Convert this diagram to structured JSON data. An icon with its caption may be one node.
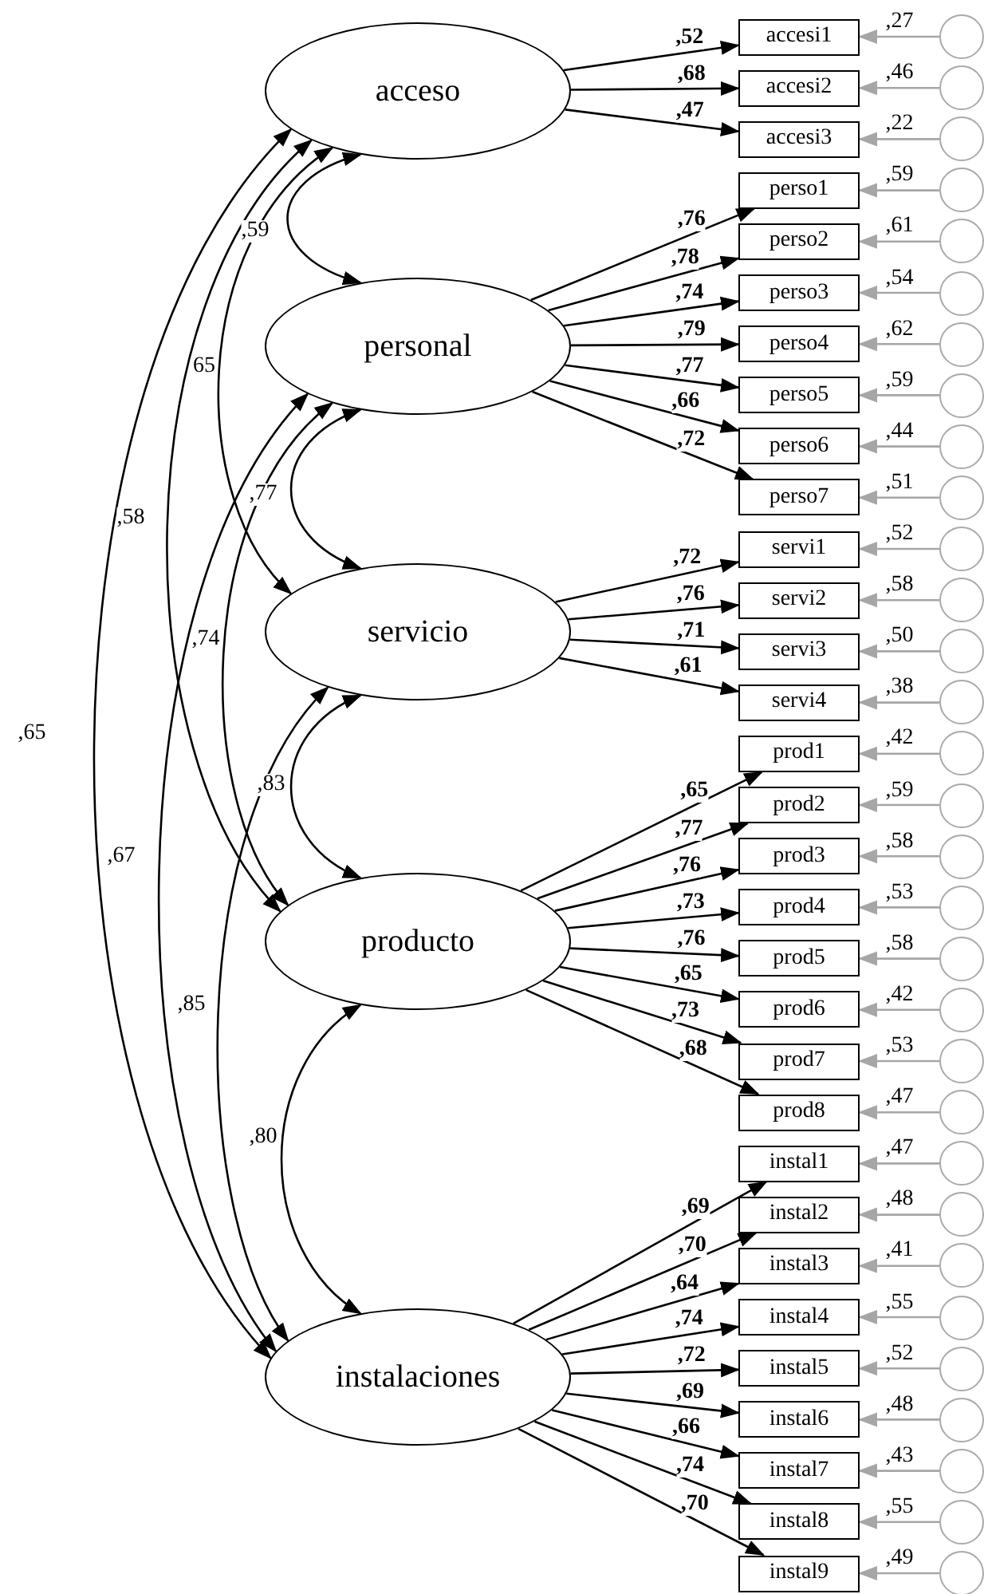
{
  "diagram": {
    "nodes": [
      {
        "text": [
          "acceso"
        ]
      },
      {
        "text": [
          "personal"
        ]
      },
      {
        "text": [
          "servicio"
        ]
      },
      {
        "text": [
          "producto"
        ]
      },
      {
        "text": [
          "instalaciones"
        ]
      },
      {
        "text": [
          "accesi1"
        ]
      },
      {
        "text": [
          "accesi2"
        ]
      },
      {
        "text": [
          "accesi3"
        ]
      },
      {
        "text": [
          "perso1"
        ]
      },
      {
        "text": [
          "perso2"
        ]
      },
      {
        "text": [
          "perso3"
        ]
      },
      {
        "text": [
          "perso4"
        ]
      },
      {
        "text": [
          "perso5"
        ]
      },
      {
        "text": [
          "perso6"
        ]
      },
      {
        "text": [
          "perso7"
        ]
      },
      {
        "text": [
          "servi1"
        ]
      },
      {
        "text": [
          "servi2"
        ]
      },
      {
        "text": [
          "servi3"
        ]
      },
      {
        "text": [
          "servi4"
        ]
      },
      {
        "text": [
          "prod1"
        ]
      },
      {
        "text": [
          "prod2"
        ]
      },
      {
        "text": [
          "prod3"
        ]
      },
      {
        "text": [
          "prod4"
        ]
      },
      {
        "text": [
          "prod5"
        ]
      },
      {
        "text": [
          "prod6"
        ]
      },
      {
        "text": [
          "prod7"
        ]
      },
      {
        "text": [
          "prod8"
        ]
      },
      {
        "text": [
          "instal1"
        ]
      },
      {
        "text": [
          "instal2"
        ]
      },
      {
        "text": [
          "instal3"
        ]
      },
      {
        "text": [
          "instal4"
        ]
      },
      {
        "text": [
          "instal5"
        ]
      },
      {
        "text": [
          "instal6"
        ]
      },
      {
        "text": [
          "instal7"
        ]
      },
      {
        "text": [
          "instal8"
        ]
      },
      {
        "text": [
          "instal9"
        ]
      },
      {
        "text": [],
        "shape": "circle"
      },
      {
        "text": [],
        "shape": "circle"
      },
      {
        "text": [],
        "shape": "circle"
      },
      {
        "text": [],
        "shape": "circle"
      },
      {
        "text": [],
        "shape": "circle"
      },
      {
        "text": [],
        "shape": "circle"
      },
      {
        "text": [],
        "shape": "circle"
      },
      {
        "text": [],
        "shape": "circle"
      },
      {
        "text": [],
        "shape": "circle"
      },
      {
        "text": [],
        "shape": "circle"
      },
      {
        "text": [],
        "shape": "circle"
      },
      {
        "text": [],
        "shape": "circle"
      },
      {
        "text": [],
        "shape": "circle"
      },
      {
        "text": [],
        "shape": "circle"
      },
      {
        "text": [],
        "shape": "circle"
      },
      {
        "text": [],
        "shape": "circle"
      },
      {
        "text": [],
        "shape": "circle"
      },
      {
        "text": [],
        "shape": "circle"
      },
      {
        "text": [],
        "shape": "circle"
      },
      {
        "text": [],
        "shape": "circle"
      },
      {
        "text": [],
        "shape": "circle"
      },
      {
        "text": [],
        "shape": "circle"
      },
      {
        "text": [],
        "shape": "circle"
      },
      {
        "text": [],
        "shape": "circle"
      },
      {
        "text": [],
        "shape": "circle"
      },
      {
        "text": [],
        "shape": "circle"
      },
      {
        "text": [],
        "shape": "circle"
      },
      {
        "text": [],
        "shape": "circle"
      },
      {
        "text": [],
        "shape": "circle"
      },
      {
        "text": [],
        "shape": "circle"
      },
      {
        "text": [],
        "shape": "circle"
      }
    ],
    "edges": [
      {
        "from": 0,
        "to": 1,
        "arrow": "both",
        "label": ",59"
      },
      {
        "from": 0,
        "to": 2,
        "arrow": "both",
        "label": "65"
      },
      {
        "from": 0,
        "to": 3,
        "arrow": "both",
        "label": ",58"
      },
      {
        "from": 0,
        "to": 4,
        "arrow": "both",
        "label": ",65"
      },
      {
        "from": 1,
        "to": 2,
        "arrow": "both",
        "label": ",77"
      },
      {
        "from": 1,
        "to": 3,
        "arrow": "both",
        "label": ",74"
      },
      {
        "from": 1,
        "to": 4,
        "arrow": "both",
        "label": ",67"
      },
      {
        "from": 2,
        "to": 3,
        "arrow": "both",
        "label": ",83"
      },
      {
        "from": 2,
        "to": 4,
        "arrow": "both",
        "label": ",85"
      },
      {
        "from": 3,
        "to": 4,
        "arrow": "both",
        "label": ",80"
      },
      {
        "from": 0,
        "to": 5,
        "arrow": "to",
        "label": ",52"
      },
      {
        "from": 0,
        "to": 6,
        "arrow": "to",
        "label": ",68"
      },
      {
        "from": 0,
        "to": 7,
        "arrow": "to",
        "label": ",47"
      },
      {
        "from": 1,
        "to": 8,
        "arrow": "to",
        "label": ",76"
      },
      {
        "from": 1,
        "to": 9,
        "arrow": "to",
        "label": ",78"
      },
      {
        "from": 1,
        "to": 10,
        "arrow": "to",
        "label": ",74"
      },
      {
        "from": 1,
        "to": 11,
        "arrow": "to",
        "label": ",79"
      },
      {
        "from": 1,
        "to": 12,
        "arrow": "to",
        "label": ",77"
      },
      {
        "from": 1,
        "to": 13,
        "arrow": "to",
        "label": ",66"
      },
      {
        "from": 1,
        "to": 14,
        "arrow": "to",
        "label": ",72"
      },
      {
        "from": 2,
        "to": 15,
        "arrow": "to",
        "label": ",72"
      },
      {
        "from": 2,
        "to": 16,
        "arrow": "to",
        "label": ",76"
      },
      {
        "from": 2,
        "to": 17,
        "arrow": "to",
        "label": ",71"
      },
      {
        "from": 2,
        "to": 18,
        "arrow": "to",
        "label": ",61"
      },
      {
        "from": 3,
        "to": 19,
        "arrow": "to",
        "label": ",65"
      },
      {
        "from": 3,
        "to": 20,
        "arrow": "to",
        "label": ",77"
      },
      {
        "from": 3,
        "to": 21,
        "arrow": "to",
        "label": ",76"
      },
      {
        "from": 3,
        "to": 22,
        "arrow": "to",
        "label": ",73"
      },
      {
        "from": 3,
        "to": 23,
        "arrow": "to",
        "label": ",76"
      },
      {
        "from": 3,
        "to": 24,
        "arrow": "to",
        "label": ",65"
      },
      {
        "from": 3,
        "to": 25,
        "arrow": "to",
        "label": ",73"
      },
      {
        "from": 3,
        "to": 26,
        "arrow": "to",
        "label": ",68"
      },
      {
        "from": 4,
        "to": 27,
        "arrow": "to",
        "label": ",69"
      },
      {
        "from": 4,
        "to": 28,
        "arrow": "to",
        "label": ",70"
      },
      {
        "from": 4,
        "to": 29,
        "arrow": "to",
        "label": ",64"
      },
      {
        "from": 4,
        "to": 30,
        "arrow": "to",
        "label": ",74"
      },
      {
        "from": 4,
        "to": 31,
        "arrow": "to",
        "label": ",72"
      },
      {
        "from": 4,
        "to": 32,
        "arrow": "to",
        "label": ",69"
      },
      {
        "from": 4,
        "to": 33,
        "arrow": "to",
        "label": ",66"
      },
      {
        "from": 4,
        "to": 34,
        "arrow": "to",
        "label": ",74"
      },
      {
        "from": 4,
        "to": 35,
        "arrow": "to",
        "label": ",70"
      },
      {
        "from": 36,
        "to": 5,
        "arrow": "to",
        "label": ",27",
        "color": "#a6a6a6"
      },
      {
        "from": 37,
        "to": 6,
        "arrow": "to",
        "label": ",46",
        "color": "#a6a6a6"
      },
      {
        "from": 38,
        "to": 7,
        "arrow": "to",
        "label": ",22",
        "color": "#a6a6a6"
      },
      {
        "from": 39,
        "to": 8,
        "arrow": "to",
        "label": ",59",
        "color": "#a6a6a6"
      },
      {
        "from": 40,
        "to": 9,
        "arrow": "to",
        "label": ",61",
        "color": "#a6a6a6"
      },
      {
        "from": 41,
        "to": 10,
        "arrow": "to",
        "label": ",54",
        "color": "#a6a6a6"
      },
      {
        "from": 42,
        "to": 11,
        "arrow": "to",
        "label": ",62",
        "color": "#a6a6a6"
      },
      {
        "from": 43,
        "to": 12,
        "arrow": "to",
        "label": ",59",
        "color": "#a6a6a6"
      },
      {
        "from": 44,
        "to": 13,
        "arrow": "to",
        "label": ",44",
        "color": "#a6a6a6"
      },
      {
        "from": 45,
        "to": 14,
        "arrow": "to",
        "label": ",51",
        "color": "#a6a6a6"
      },
      {
        "from": 46,
        "to": 15,
        "arrow": "to",
        "label": ",52",
        "color": "#a6a6a6"
      },
      {
        "from": 47,
        "to": 16,
        "arrow": "to",
        "label": ",58",
        "color": "#a6a6a6"
      },
      {
        "from": 48,
        "to": 17,
        "arrow": "to",
        "label": ",50",
        "color": "#a6a6a6"
      },
      {
        "from": 49,
        "to": 18,
        "arrow": "to",
        "label": ",38",
        "color": "#a6a6a6"
      },
      {
        "from": 50,
        "to": 19,
        "arrow": "to",
        "label": ",42",
        "color": "#a6a6a6"
      },
      {
        "from": 51,
        "to": 20,
        "arrow": "to",
        "label": ",59",
        "color": "#a6a6a6"
      },
      {
        "from": 52,
        "to": 21,
        "arrow": "to",
        "label": ",58",
        "color": "#a6a6a6"
      },
      {
        "from": 53,
        "to": 22,
        "arrow": "to",
        "label": ",53",
        "color": "#a6a6a6"
      },
      {
        "from": 54,
        "to": 23,
        "arrow": "to",
        "label": ",58",
        "color": "#a6a6a6"
      },
      {
        "from": 55,
        "to": 24,
        "arrow": "to",
        "label": ",42",
        "color": "#a6a6a6"
      },
      {
        "from": 56,
        "to": 25,
        "arrow": "to",
        "label": ",53",
        "color": "#a6a6a6"
      },
      {
        "from": 57,
        "to": 26,
        "arrow": "to",
        "label": ",47",
        "color": "#a6a6a6"
      },
      {
        "from": 58,
        "to": 27,
        "arrow": "to",
        "label": ",47",
        "color": "#a6a6a6"
      },
      {
        "from": 59,
        "to": 28,
        "arrow": "to",
        "label": ",48",
        "color": "#a6a6a6"
      },
      {
        "from": 60,
        "to": 29,
        "arrow": "to",
        "label": ",41",
        "color": "#a6a6a6"
      },
      {
        "from": 61,
        "to": 30,
        "arrow": "to",
        "label": ",55",
        "color": "#a6a6a6"
      },
      {
        "from": 62,
        "to": 31,
        "arrow": "to",
        "label": ",52",
        "color": "#a6a6a6"
      },
      {
        "from": 63,
        "to": 32,
        "arrow": "to",
        "label": ",48",
        "color": "#a6a6a6"
      },
      {
        "from": 64,
        "to": 33,
        "arrow": "to",
        "label": ",43",
        "color": "#a6a6a6"
      },
      {
        "from": 65,
        "to": 34,
        "arrow": "to",
        "label": ",55",
        "color": "#a6a6a6"
      },
      {
        "from": 66,
        "to": 35,
        "arrow": "to",
        "label": ",49",
        "color": "#a6a6a6"
      }
    ]
  }
}
